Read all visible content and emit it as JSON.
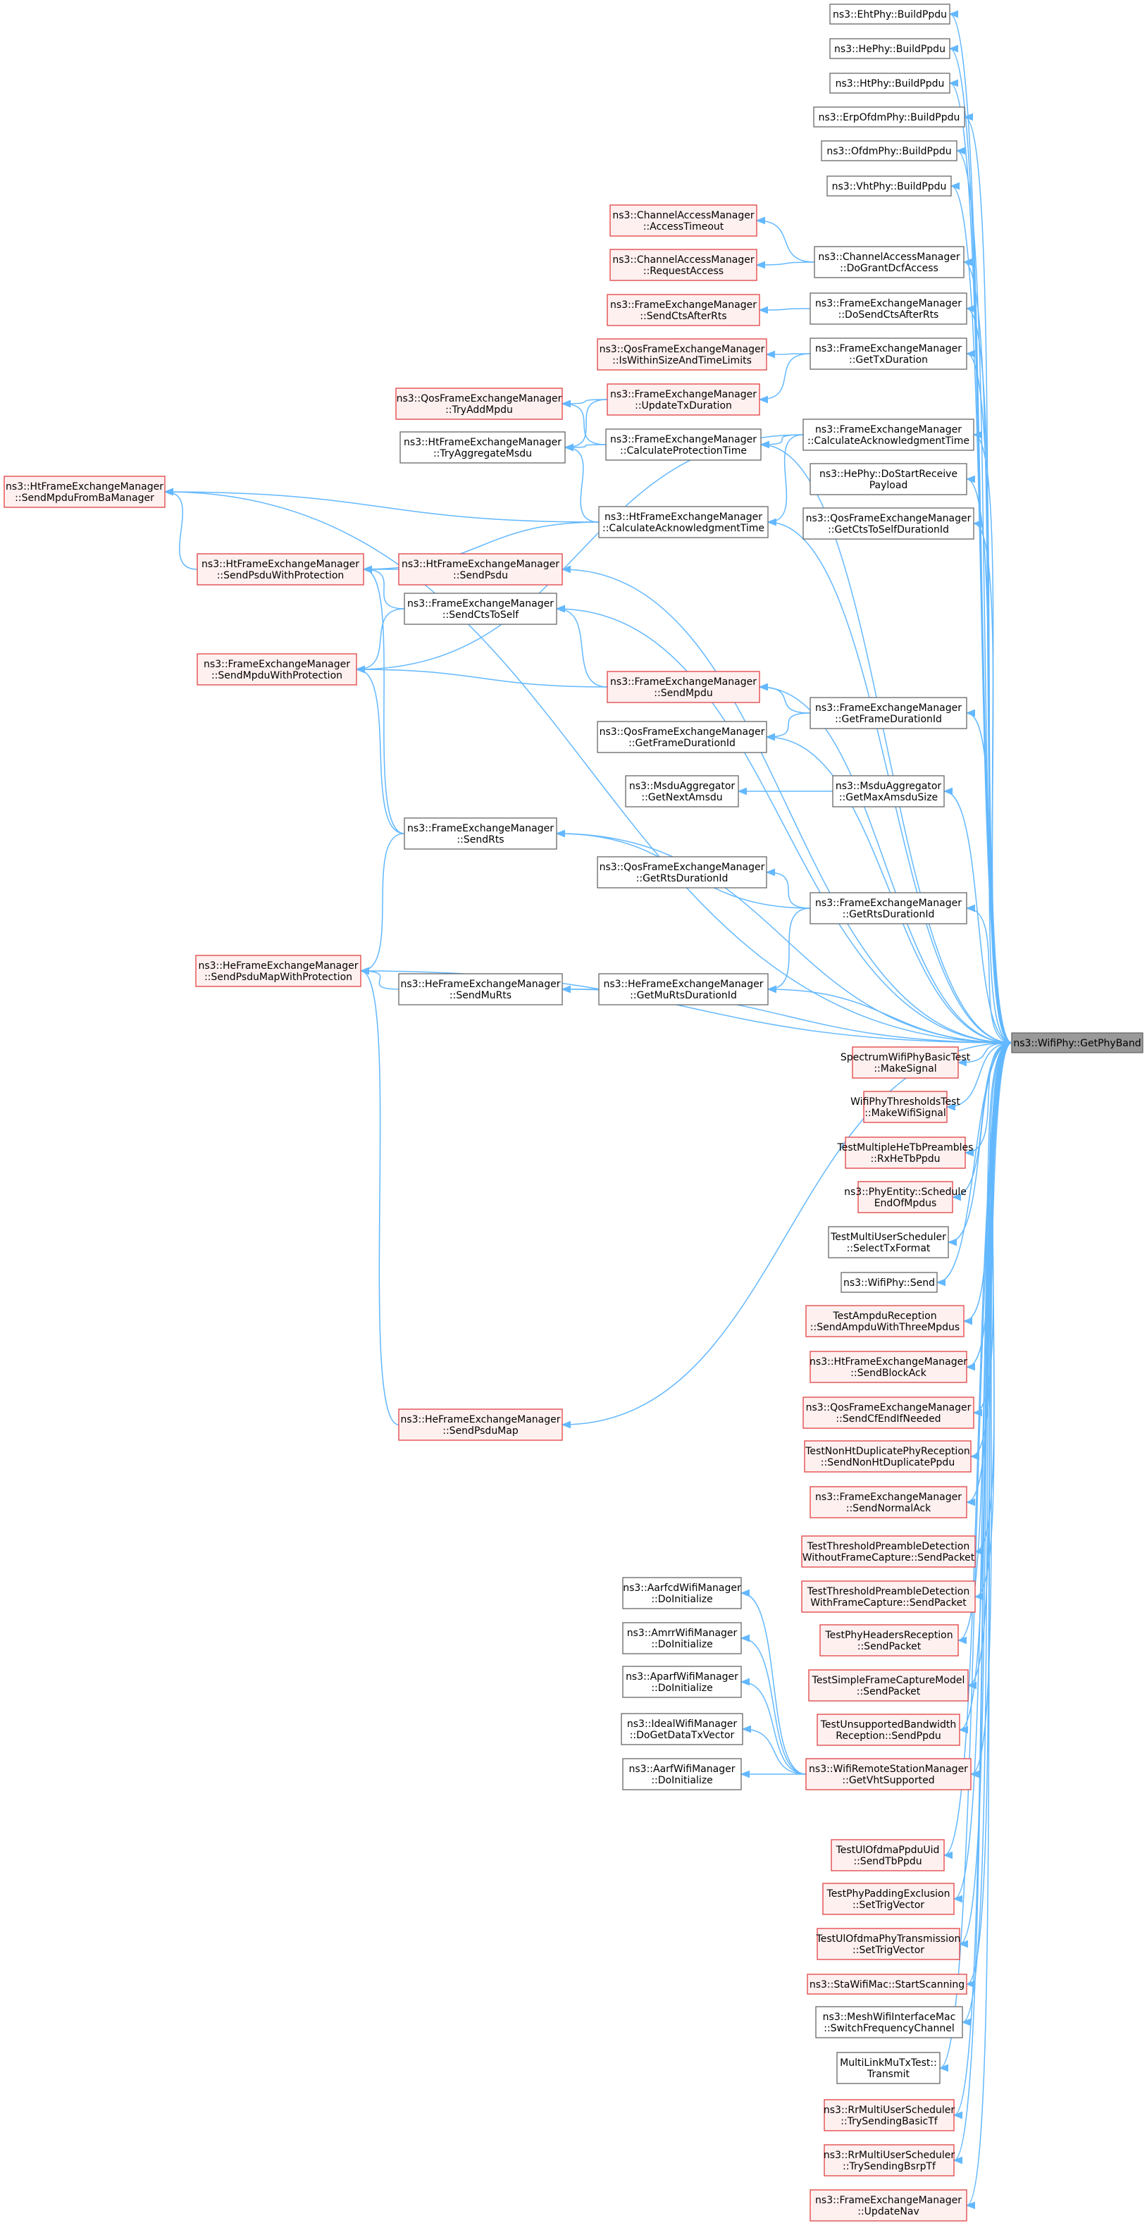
{
  "colors": {
    "edge": "#63b8ff",
    "red_border": "#e04040",
    "red_fill": "#fff0f0",
    "normal_border": "#666666",
    "target_fill": "#999999"
  },
  "nodes": {
    "eht": {
      "lines": [
        "ns3::EhtPhy::BuildPpdu"
      ],
      "style": "normal"
    },
    "he": {
      "lines": [
        "ns3::HePhy::BuildPpdu"
      ],
      "style": "normal"
    },
    "ht": {
      "lines": [
        "ns3::HtPhy::BuildPpdu"
      ],
      "style": "normal"
    },
    "erp": {
      "lines": [
        "ns3::ErpOfdmPhy::BuildPpdu"
      ],
      "style": "normal"
    },
    "ofdm": {
      "lines": [
        "ns3::OfdmPhy::BuildPpdu"
      ],
      "style": "normal"
    },
    "vht": {
      "lines": [
        "ns3::VhtPhy::BuildPpdu"
      ],
      "style": "normal"
    },
    "cam_at": {
      "lines": [
        "ns3::ChannelAccessManager",
        "::AccessTimeout"
      ],
      "style": "red"
    },
    "cam_ra": {
      "lines": [
        "ns3::ChannelAccessManager",
        "::RequestAccess"
      ],
      "style": "red"
    },
    "fem_scar": {
      "lines": [
        "ns3::FrameExchangeManager",
        "::SendCtsAfterRts"
      ],
      "style": "red"
    },
    "qfem_iw": {
      "lines": [
        "ns3::QosFrameExchangeManager",
        "::IsWithinSizeAndTimeLimits"
      ],
      "style": "red"
    },
    "qfem_tam": {
      "lines": [
        "ns3::QosFrameExchangeManager",
        "::TryAddMpdu"
      ],
      "style": "red"
    },
    "fem_utd": {
      "lines": [
        "ns3::FrameExchangeManager",
        "::UpdateTxDuration"
      ],
      "style": "red"
    },
    "htfem_tam": {
      "lines": [
        "ns3::HtFrameExchangeManager",
        "::TryAggregateMsdu"
      ],
      "style": "normal"
    },
    "fem_cpt": {
      "lines": [
        "ns3::FrameExchangeManager",
        "::CalculateProtectionTime"
      ],
      "style": "normal"
    },
    "cam_dgda": {
      "lines": [
        "ns3::ChannelAccessManager",
        "::DoGrantDcfAccess"
      ],
      "style": "normal"
    },
    "fem_dscar": {
      "lines": [
        "ns3::FrameExchangeManager",
        "::DoSendCtsAfterRts"
      ],
      "style": "normal"
    },
    "fem_gtd": {
      "lines": [
        "ns3::FrameExchangeManager",
        "::GetTxDuration"
      ],
      "style": "normal"
    },
    "fem_cat": {
      "lines": [
        "ns3::FrameExchangeManager",
        "::CalculateAcknowledgmentTime"
      ],
      "style": "normal"
    },
    "htfem_smfb": {
      "lines": [
        "ns3::HtFrameExchangeManager",
        "::SendMpduFromBaManager"
      ],
      "style": "red"
    },
    "htfem_cat": {
      "lines": [
        "ns3::HtFrameExchangeManager",
        "::CalculateAcknowledgmentTime"
      ],
      "style": "normal"
    },
    "hephy_dsr": {
      "lines": [
        "ns3::HePhy::DoStartReceive",
        "Payload"
      ],
      "style": "normal"
    },
    "qfem_gcts": {
      "lines": [
        "ns3::QosFrameExchangeManager",
        "::GetCtsToSelfDurationId"
      ],
      "style": "normal"
    },
    "htfem_spwp": {
      "lines": [
        "ns3::HtFrameExchangeManager",
        "::SendPsduWithProtection"
      ],
      "style": "red"
    },
    "htfem_sp": {
      "lines": [
        "ns3::HtFrameExchangeManager",
        "::SendPsdu"
      ],
      "style": "red"
    },
    "fem_scts": {
      "lines": [
        "ns3::FrameExchangeManager",
        "::SendCtsToSelf"
      ],
      "style": "normal"
    },
    "fem_smwp": {
      "lines": [
        "ns3::FrameExchangeManager",
        "::SendMpduWithProtection"
      ],
      "style": "red"
    },
    "fem_sm": {
      "lines": [
        "ns3::FrameExchangeManager",
        "::SendMpdu"
      ],
      "style": "red"
    },
    "fem_gfd": {
      "lines": [
        "ns3::FrameExchangeManager",
        "::GetFrameDurationId"
      ],
      "style": "normal"
    },
    "qfem_gfd": {
      "lines": [
        "ns3::QosFrameExchangeManager",
        "::GetFrameDurationId"
      ],
      "style": "normal"
    },
    "msdu_gna": {
      "lines": [
        "ns3::MsduAggregator",
        "::GetNextAmsdu"
      ],
      "style": "normal"
    },
    "msdu_gmas": {
      "lines": [
        "ns3::MsduAggregator",
        "::GetMaxAmsduSize"
      ],
      "style": "normal"
    },
    "fem_sr": {
      "lines": [
        "ns3::FrameExchangeManager",
        "::SendRts"
      ],
      "style": "normal"
    },
    "qfem_grd": {
      "lines": [
        "ns3::QosFrameExchangeManager",
        "::GetRtsDurationId"
      ],
      "style": "normal"
    },
    "fem_grd": {
      "lines": [
        "ns3::FrameExchangeManager",
        "::GetRtsDurationId"
      ],
      "style": "normal"
    },
    "hefem_spmwp": {
      "lines": [
        "ns3::HeFrameExchangeManager",
        "::SendPsduMapWithProtection"
      ],
      "style": "red"
    },
    "hefem_smr": {
      "lines": [
        "ns3::HeFrameExchangeManager",
        "::SendMuRts"
      ],
      "style": "normal"
    },
    "hefem_gmrd": {
      "lines": [
        "ns3::HeFrameExchangeManager",
        "::GetMuRtsDurationId"
      ],
      "style": "normal"
    },
    "target": {
      "lines": [
        "ns3::WifiPhy::GetPhyBand"
      ],
      "style": "target"
    },
    "swpbt": {
      "lines": [
        "SpectrumWifiPhyBasicTest",
        "::MakeSignal"
      ],
      "style": "red"
    },
    "wpth": {
      "lines": [
        "WifiPhyThresholdsTest",
        "::MakeWifiSignal"
      ],
      "style": "red"
    },
    "tmhtp": {
      "lines": [
        "TestMultipleHeTbPreambles",
        "::RxHeTbPpdu"
      ],
      "style": "red"
    },
    "pese": {
      "lines": [
        "ns3::PhyEntity::Schedule",
        "EndOfMpdus"
      ],
      "style": "red"
    },
    "tmus": {
      "lines": [
        "TestMultiUserScheduler",
        "::SelectTxFormat"
      ],
      "style": "normal"
    },
    "wps": {
      "lines": [
        "ns3::WifiPhy::Send"
      ],
      "style": "normal"
    },
    "tar": {
      "lines": [
        "TestAmpduReception",
        "::SendAmpduWithThreeMpdus"
      ],
      "style": "red"
    },
    "htfem_sba": {
      "lines": [
        "ns3::HtFrameExchangeManager",
        "::SendBlockAck"
      ],
      "style": "red"
    },
    "qfem_scen": {
      "lines": [
        "ns3::QosFrameExchangeManager",
        "::SendCfEndIfNeeded"
      ],
      "style": "red"
    },
    "tnhdpr": {
      "lines": [
        "TestNonHtDuplicatePhyReception",
        "::SendNonHtDuplicatePpdu"
      ],
      "style": "red"
    },
    "fem_sna": {
      "lines": [
        "ns3::FrameExchangeManager",
        "::SendNormalAck"
      ],
      "style": "red"
    },
    "ttpd1": {
      "lines": [
        "TestThresholdPreambleDetection",
        "WithoutFrameCapture::SendPacket"
      ],
      "style": "red"
    },
    "ttpd2": {
      "lines": [
        "TestThresholdPreambleDetection",
        "WithFrameCapture::SendPacket"
      ],
      "style": "red"
    },
    "tphr": {
      "lines": [
        "TestPhyHeadersReception",
        "::SendPacket"
      ],
      "style": "red"
    },
    "tsfcm": {
      "lines": [
        "TestSimpleFrameCaptureModel",
        "::SendPacket"
      ],
      "style": "red"
    },
    "tub": {
      "lines": [
        "TestUnsupportedBandwidth",
        "Reception::SendPpdu"
      ],
      "style": "red"
    },
    "aarfcd": {
      "lines": [
        "ns3::AarfcdWifiManager",
        "::DoInitialize"
      ],
      "style": "normal"
    },
    "amrr": {
      "lines": [
        "ns3::AmrrWifiManager",
        "::DoInitialize"
      ],
      "style": "normal"
    },
    "aparf": {
      "lines": [
        "ns3::AparfWifiManager",
        "::DoInitialize"
      ],
      "style": "normal"
    },
    "ideal": {
      "lines": [
        "ns3::IdealWifiManager",
        "::DoGetDataTxVector"
      ],
      "style": "normal"
    },
    "aarf": {
      "lines": [
        "ns3::AarfWifiManager",
        "::DoInitialize"
      ],
      "style": "normal"
    },
    "wrsm": {
      "lines": [
        "ns3::WifiRemoteStationManager",
        "::GetVhtSupported"
      ],
      "style": "red"
    },
    "hefem_spm": {
      "lines": [
        "ns3::HeFrameExchangeManager",
        "::SendPsduMap"
      ],
      "style": "red"
    },
    "tuopu": {
      "lines": [
        "TestUlOfdmaPpduUid",
        "::SendTbPpdu"
      ],
      "style": "red"
    },
    "tppe": {
      "lines": [
        "TestPhyPaddingExclusion",
        "::SetTrigVector"
      ],
      "style": "red"
    },
    "tuopt": {
      "lines": [
        "TestUlOfdmaPhyTransmission",
        "::SetTrigVector"
      ],
      "style": "red"
    },
    "swm": {
      "lines": [
        "ns3::StaWifiMac::StartScanning"
      ],
      "style": "red"
    },
    "mwim": {
      "lines": [
        "ns3::MeshWifiInterfaceMac",
        "::SwitchFrequencyChannel"
      ],
      "style": "normal"
    },
    "mlmt": {
      "lines": [
        "MultiLinkMuTxTest::",
        "Transmit"
      ],
      "style": "normal"
    },
    "rmus1": {
      "lines": [
        "ns3::RrMultiUserScheduler",
        "::TrySendingBasicTf"
      ],
      "style": "red"
    },
    "rmus2": {
      "lines": [
        "ns3::RrMultiUserScheduler",
        "::TrySendingBsrpTf"
      ],
      "style": "red"
    },
    "fem_un": {
      "lines": [
        "ns3::FrameExchangeManager",
        "::UpdateNav"
      ],
      "style": "red"
    }
  },
  "edges": [
    [
      "eht",
      "target"
    ],
    [
      "he",
      "target"
    ],
    [
      "ht",
      "target"
    ],
    [
      "erp",
      "target"
    ],
    [
      "ofdm",
      "target"
    ],
    [
      "vht",
      "target"
    ],
    [
      "cam_at",
      "cam_dgda"
    ],
    [
      "cam_ra",
      "cam_dgda"
    ],
    [
      "cam_dgda",
      "target"
    ],
    [
      "fem_scar",
      "fem_dscar"
    ],
    [
      "fem_dscar",
      "target"
    ],
    [
      "qfem_iw",
      "fem_gtd"
    ],
    [
      "qfem_tam",
      "fem_utd"
    ],
    [
      "qfem_tam",
      "fem_cpt"
    ],
    [
      "fem_utd",
      "fem_gtd"
    ],
    [
      "fem_gtd",
      "target"
    ],
    [
      "htfem_tam",
      "fem_utd"
    ],
    [
      "htfem_tam",
      "fem_cpt"
    ],
    [
      "htfem_tam",
      "htfem_cat"
    ],
    [
      "fem_cpt",
      "target"
    ],
    [
      "fem_cpt",
      "fem_cat"
    ],
    [
      "fem_cat",
      "target"
    ],
    [
      "htfem_smfb",
      "target"
    ],
    [
      "htfem_smfb",
      "htfem_spwp"
    ],
    [
      "htfem_smfb",
      "htfem_cat"
    ],
    [
      "htfem_cat",
      "target"
    ],
    [
      "htfem_cat",
      "fem_cat"
    ],
    [
      "hephy_dsr",
      "target"
    ],
    [
      "qfem_gcts",
      "target"
    ],
    [
      "htfem_spwp",
      "htfem_sp"
    ],
    [
      "htfem_spwp",
      "htfem_cat"
    ],
    [
      "htfem_spwp",
      "fem_scts"
    ],
    [
      "htfem_spwp",
      "fem_sr"
    ],
    [
      "htfem_sp",
      "target"
    ],
    [
      "fem_scts",
      "target"
    ],
    [
      "fem_scts",
      "fem_sm"
    ],
    [
      "fem_smwp",
      "fem_scts"
    ],
    [
      "fem_smwp",
      "fem_sm"
    ],
    [
      "fem_smwp",
      "fem_sr"
    ],
    [
      "fem_smwp",
      "fem_cat"
    ],
    [
      "fem_sm",
      "target"
    ],
    [
      "fem_sm",
      "fem_gfd"
    ],
    [
      "qfem_gfd",
      "fem_gfd"
    ],
    [
      "qfem_gfd",
      "target"
    ],
    [
      "fem_gfd",
      "target"
    ],
    [
      "msdu_gna",
      "msdu_gmas"
    ],
    [
      "msdu_gmas",
      "target"
    ],
    [
      "fem_sr",
      "target"
    ],
    [
      "fem_sr",
      "fem_grd"
    ],
    [
      "qfem_grd",
      "fem_grd"
    ],
    [
      "fem_grd",
      "target"
    ],
    [
      "hefem_spmwp",
      "fem_sr"
    ],
    [
      "hefem_spmwp",
      "hefem_smr"
    ],
    [
      "hefem_spmwp",
      "target"
    ],
    [
      "hefem_spmwp",
      "hefem_spm"
    ],
    [
      "hefem_smr",
      "hefem_gmrd"
    ],
    [
      "hefem_smr",
      "target"
    ],
    [
      "hefem_gmrd",
      "fem_grd"
    ],
    [
      "hefem_gmrd",
      "target"
    ],
    [
      "swpbt",
      "target"
    ],
    [
      "wpth",
      "target"
    ],
    [
      "tmhtp",
      "target"
    ],
    [
      "pese",
      "target"
    ],
    [
      "tmus",
      "target"
    ],
    [
      "wps",
      "target"
    ],
    [
      "tar",
      "target"
    ],
    [
      "htfem_sba",
      "target"
    ],
    [
      "qfem_scen",
      "target"
    ],
    [
      "tnhdpr",
      "target"
    ],
    [
      "fem_sna",
      "target"
    ],
    [
      "ttpd1",
      "target"
    ],
    [
      "ttpd2",
      "target"
    ],
    [
      "tphr",
      "target"
    ],
    [
      "tsfcm",
      "target"
    ],
    [
      "tub",
      "target"
    ],
    [
      "aarfcd",
      "wrsm"
    ],
    [
      "amrr",
      "wrsm"
    ],
    [
      "aparf",
      "wrsm"
    ],
    [
      "ideal",
      "wrsm"
    ],
    [
      "aarf",
      "wrsm"
    ],
    [
      "wrsm",
      "target"
    ],
    [
      "hefem_spm",
      "target"
    ],
    [
      "tuopu",
      "target"
    ],
    [
      "tppe",
      "target"
    ],
    [
      "tuopt",
      "target"
    ],
    [
      "swm",
      "target"
    ],
    [
      "mwim",
      "target"
    ],
    [
      "mlmt",
      "target"
    ],
    [
      "rmus1",
      "target"
    ],
    [
      "rmus2",
      "target"
    ],
    [
      "fem_un",
      "target"
    ]
  ]
}
